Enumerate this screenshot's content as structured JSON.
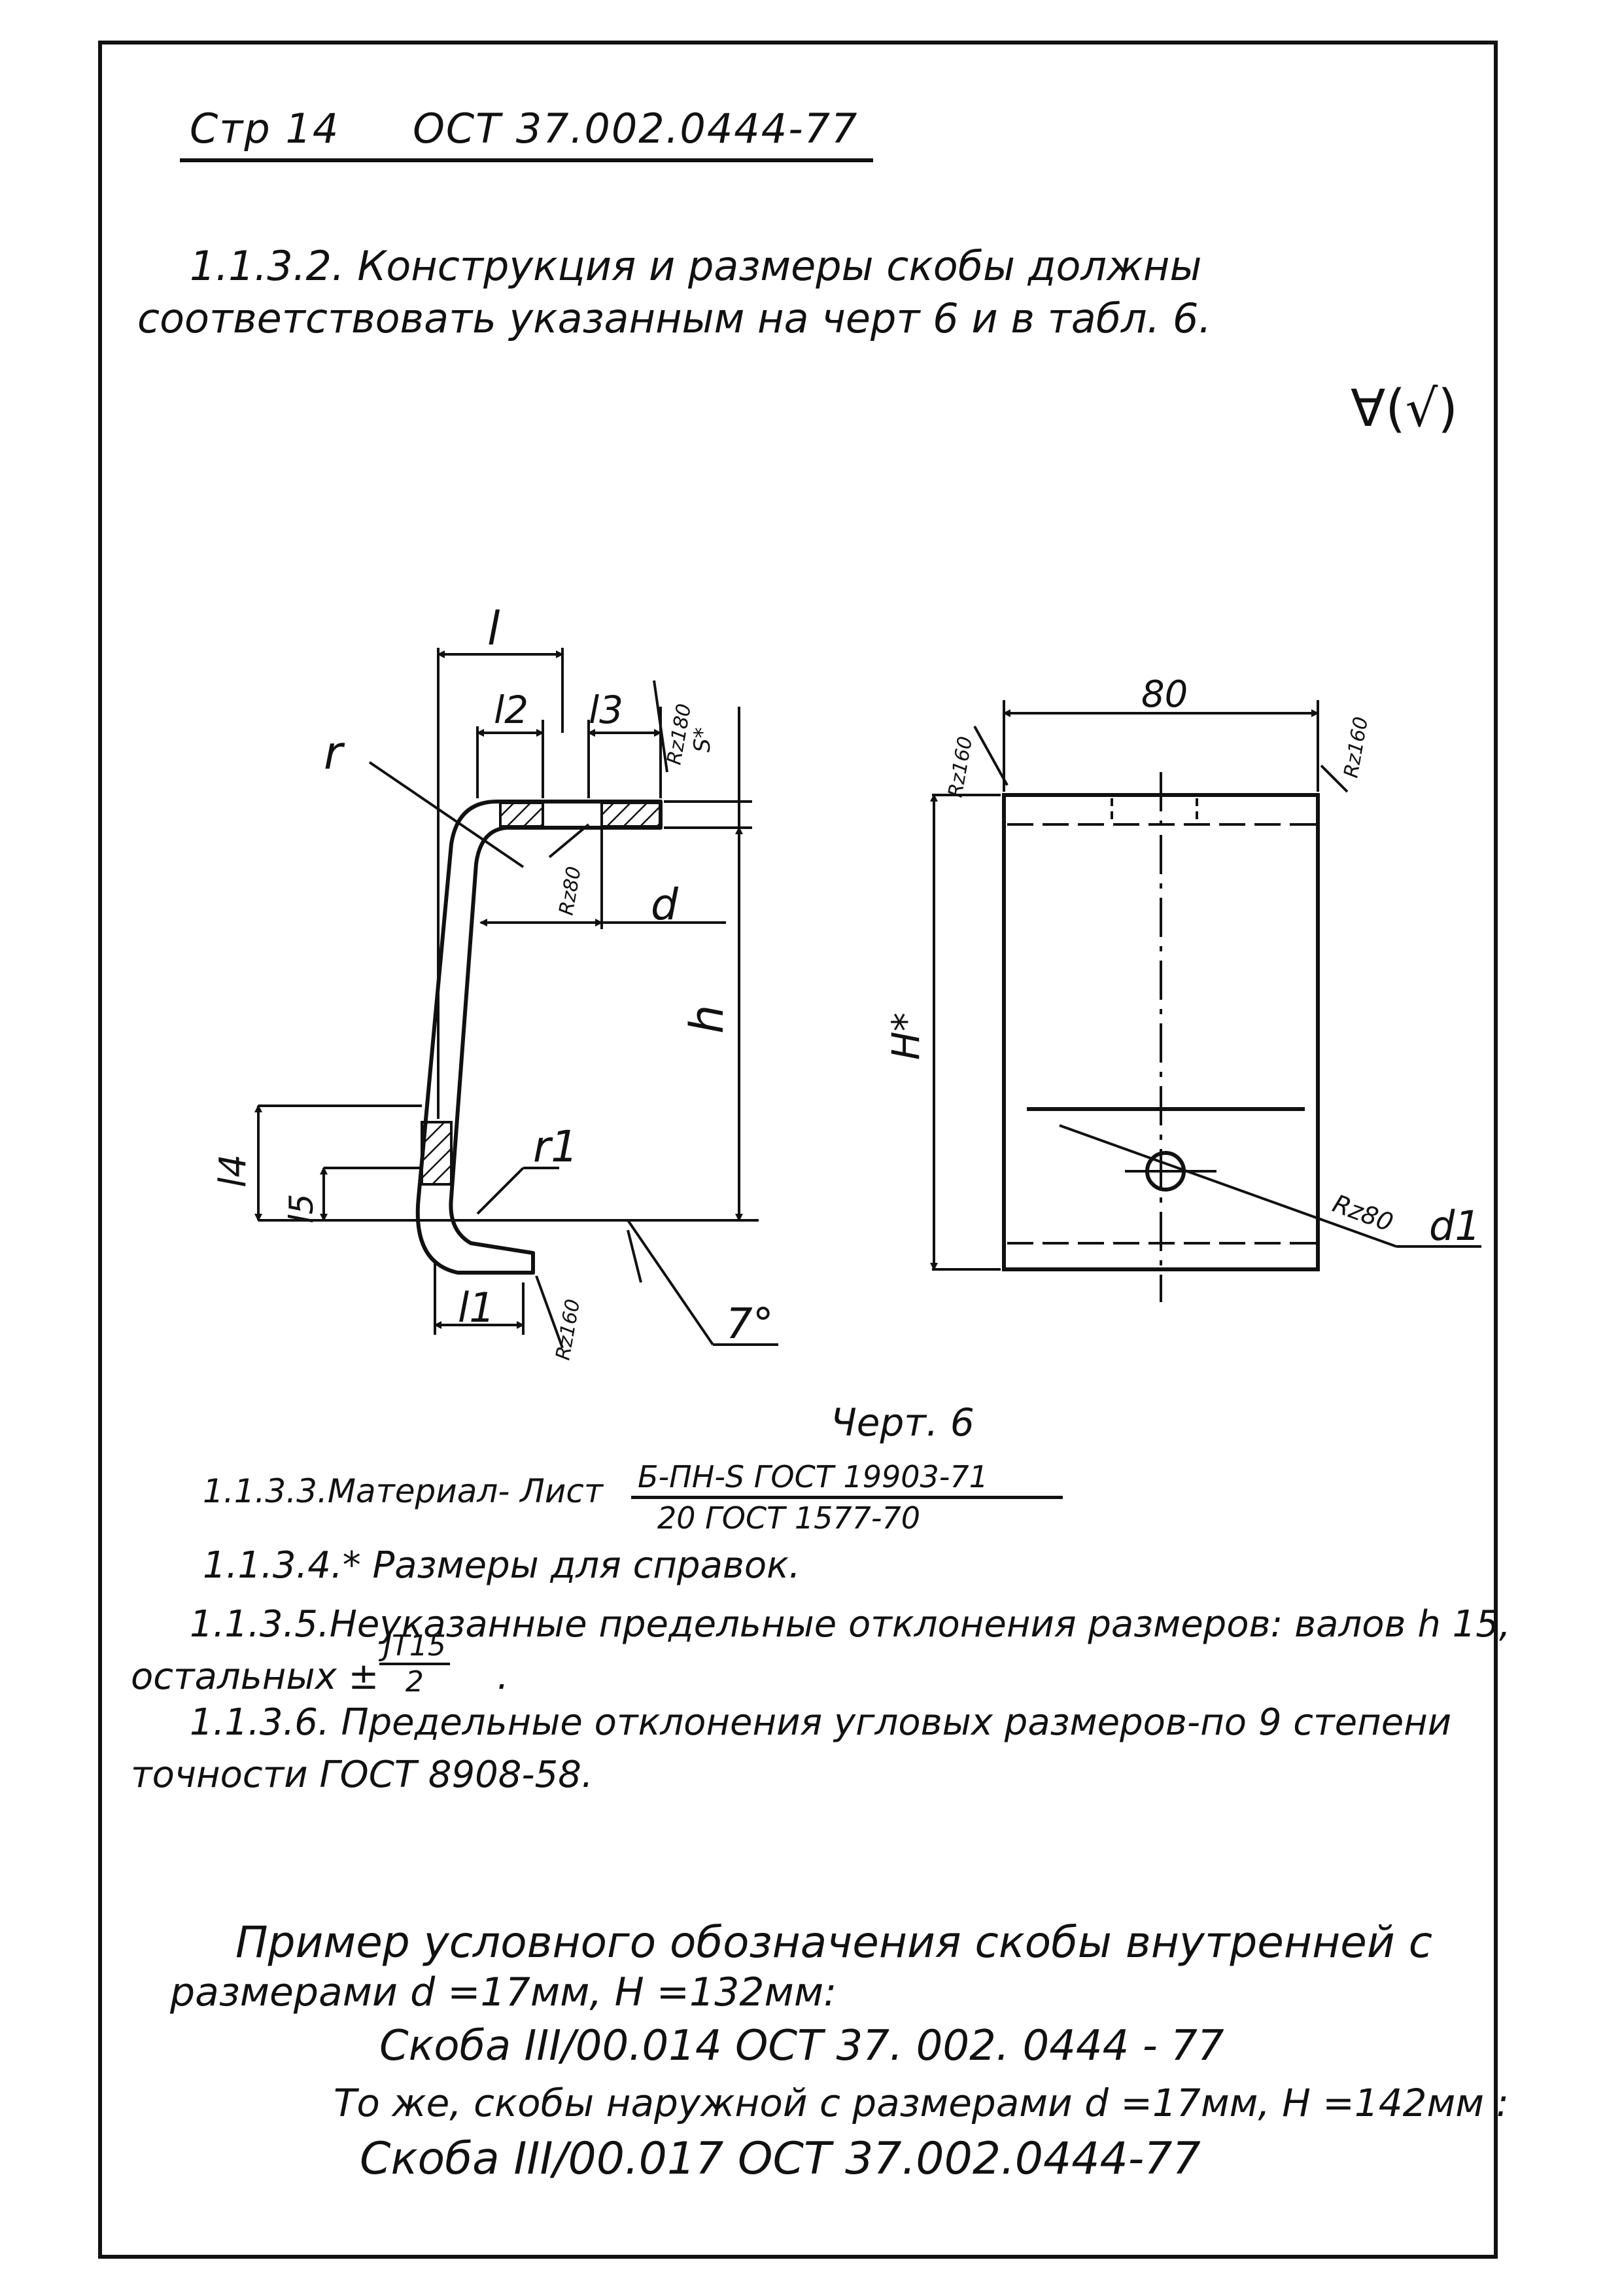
{
  "header": {
    "page": "Стр 14",
    "standard": "ОСТ 37.002.0444-77"
  },
  "clause_1132": {
    "line1": "1.1.3.2. Конструкция и размеры скобы должны",
    "line2": "соответствовать   указанным на черт 6 и в табл. 6."
  },
  "roughness_mark": "∀(√)",
  "drawing": {
    "labels": {
      "l": "l",
      "l2": "l2",
      "l3": "l3",
      "r": "r",
      "r1": "r1",
      "d": "d",
      "h": "h",
      "l4": "l4",
      "l5": "l5",
      "l1": "l1",
      "angle": "7°",
      "width": "80",
      "H": "H*",
      "d1": "d1",
      "rz_180": "Rz180",
      "s": "S*",
      "rz_80": "Rz80",
      "rz_160": "Rz160",
      "rz_160_right": "Rz160",
      "rz_160_left": "Rz160",
      "rz_80_hole": "Rz80"
    }
  },
  "caption": "Черт. 6",
  "clause_1133": {
    "label": "1.1.3.3.Материал- Лист",
    "numerator": "Б-ПН-S ГОСТ 19903-71",
    "denominator": "20 ГОСТ 1577-70"
  },
  "clause_1134": "1.1.3.4.* Размеры для справок.",
  "clause_1135": {
    "line1": "1.1.3.5.Неуказанные предельные отклонения размеров: валов h 15,",
    "line2_prefix": "остальных ±",
    "tol_numerator": "JT15",
    "tol_denominator": "2",
    "line2_suffix": "."
  },
  "clause_1136": {
    "line1": "1.1.3.6. Предельные отклонения угловых размеров-по 9 степени",
    "line2": "точности ГОСТ 8908-58."
  },
  "example": {
    "line1": "Пример условного обозначения скобы внутренней с",
    "line2": "размерами d =17мм,  H =132мм:",
    "line3": "Скоба III/00.014    ОСТ 37. 002. 0444 - 77",
    "line4": "То же, скобы наружной с размерами d =17мм,  H =142мм :",
    "line5": "Скоба III/00.017    ОСТ 37.002.0444-77"
  }
}
